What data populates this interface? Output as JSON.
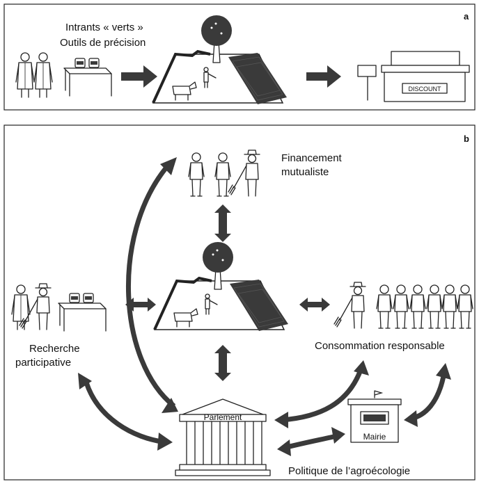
{
  "panel_a": {
    "letter": "a",
    "inputs_line1": "Intrants « verts »",
    "inputs_line2": "Outils de précision",
    "store_sign": "DISCOUNT"
  },
  "panel_b": {
    "letter": "b",
    "financing_line1": "Financement",
    "financing_line2": "mutualiste",
    "research_line1": "Recherche",
    "research_line2": "participative",
    "consumption": "Consommation responsable",
    "parliament": "Parlement",
    "town_hall": "Mairie",
    "policy": "Politique de l’agroécologie"
  },
  "colors": {
    "arrow": "#3a3a3a",
    "outline": "#222222",
    "field_dark": "#2a2a2a"
  }
}
